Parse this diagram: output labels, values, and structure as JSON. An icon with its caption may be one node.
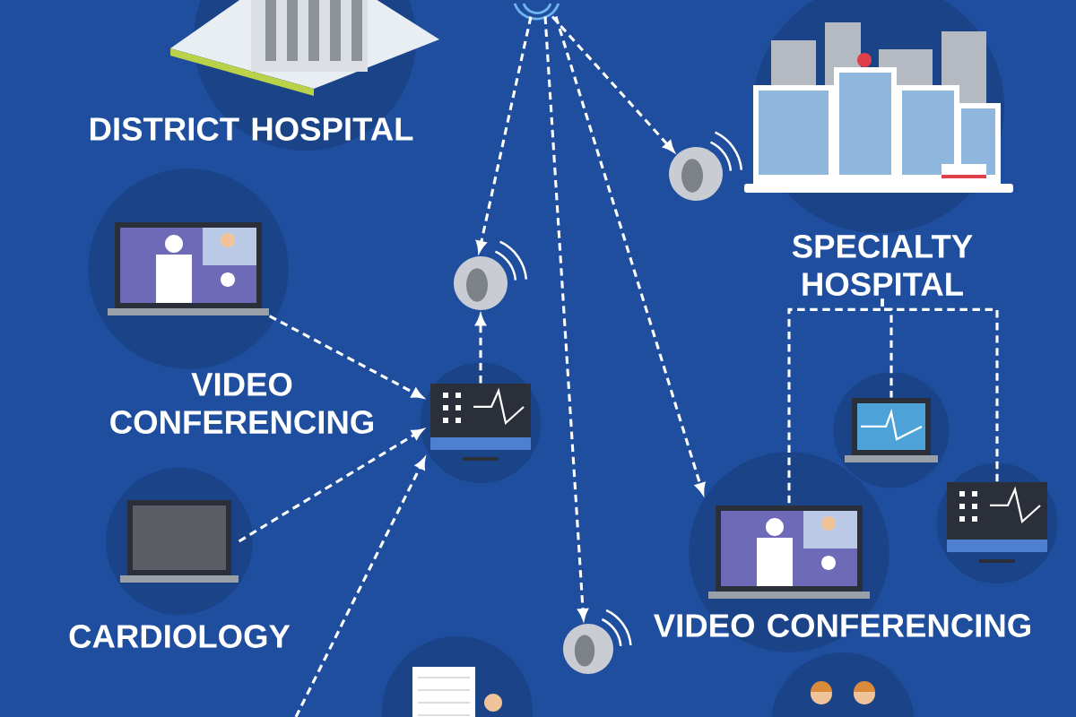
{
  "diagram": {
    "nodes": [
      {
        "text": [],
        "shape": "picture"
      },
      {
        "text": [
          "DISTRICT HOSPITAL"
        ]
      },
      {
        "text": [
          "SPECIALTY HOSPITAL"
        ]
      },
      {
        "text": [
          "VIDEO CONFERENCING"
        ]
      },
      {
        "text": [
          "CARDIOLOGY"
        ]
      },
      {
        "text": [],
        "shape": "picture"
      },
      {
        "text": [],
        "shape": "picture"
      },
      {
        "text": [],
        "shape": "picture"
      },
      {
        "text": [],
        "shape": "picture"
      },
      {
        "text": [
          "VIDEO CONFERENCING"
        ]
      },
      {
        "text": [],
        "shape": "picture"
      },
      {
        "text": [],
        "shape": "picture"
      },
      {
        "text": [],
        "shape": "picture"
      },
      {
        "text": [],
        "shape": "picture"
      }
    ],
    "edges": [
      {
        "from": 0,
        "to": 5,
        "arrow": "to"
      },
      {
        "from": 0,
        "to": 7,
        "arrow": "to"
      },
      {
        "from": 0,
        "to": 8,
        "arrow": "to"
      },
      {
        "from": 0,
        "to": 9,
        "arrow": "to"
      },
      {
        "from": 6,
        "to": 5,
        "arrow": "to"
      },
      {
        "from": 3,
        "to": 6,
        "arrow": "to"
      },
      {
        "from": 4,
        "to": 6,
        "arrow": "to"
      },
      {
        "from": null,
        "to": 6,
        "arrow": "to"
      },
      {
        "from": 2,
        "to": 9,
        "arrow": "none"
      },
      {
        "from": 2,
        "to": 10,
        "arrow": "none"
      },
      {
        "from": 2,
        "to": 11,
        "arrow": "none"
      }
    ]
  }
}
